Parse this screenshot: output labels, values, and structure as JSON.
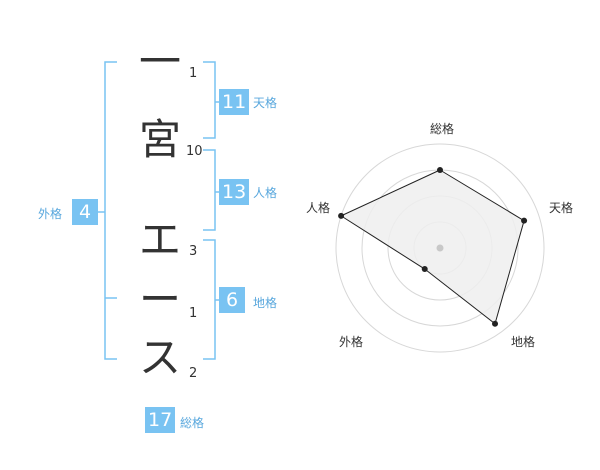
{
  "name": {
    "characters": [
      {
        "char": "一",
        "strokes": "1"
      },
      {
        "char": "宮",
        "strokes": "10"
      },
      {
        "char": "エ",
        "strokes": "3"
      },
      {
        "char": "ー",
        "strokes": "1"
      },
      {
        "char": "ス",
        "strokes": "2"
      }
    ]
  },
  "kaku": {
    "ten": {
      "value": "11",
      "label": "天格"
    },
    "jin": {
      "value": "13",
      "label": "人格"
    },
    "chi": {
      "value": "6",
      "label": "地格"
    },
    "gai": {
      "value": "4",
      "label": "外格"
    },
    "sou": {
      "value": "17",
      "label": "総格"
    }
  },
  "radar": {
    "axes": [
      "総格",
      "天格",
      "地格",
      "外格",
      "人格"
    ],
    "values": [
      0.75,
      0.85,
      0.9,
      0.25,
      1.0
    ],
    "rings": 4
  },
  "colors": {
    "bracket": "#79c3f2",
    "badge": "#79c3f2",
    "label": "#58a7dd",
    "polygon_fill": "#efefef",
    "polygon_stroke": "#222222",
    "ring": "#d7d7d7"
  }
}
